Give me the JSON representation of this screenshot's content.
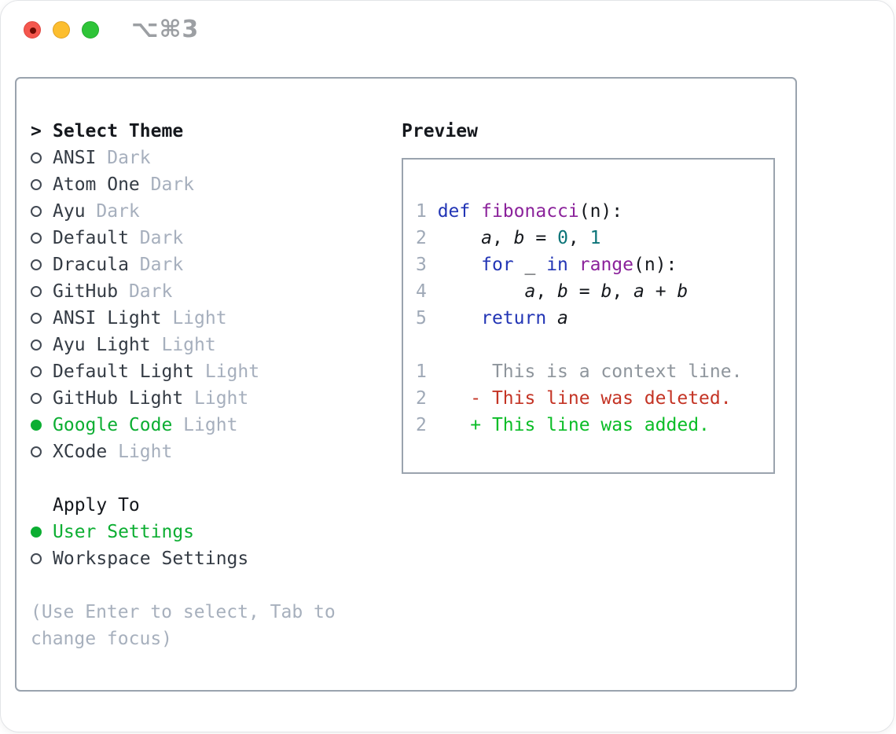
{
  "titlebar": {
    "shortcut": "⌥⌘3",
    "traffic_lights": {
      "close": "#f4574e",
      "minimize": "#fcbe2f",
      "zoom": "#2ec438"
    }
  },
  "left_panel": {
    "title_marker": ">",
    "title": "Select Theme",
    "themes": [
      {
        "name": "ANSI",
        "variant": "Dark",
        "selected": false
      },
      {
        "name": "Atom One",
        "variant": "Dark",
        "selected": false
      },
      {
        "name": "Ayu",
        "variant": "Dark",
        "selected": false
      },
      {
        "name": "Default",
        "variant": "Dark",
        "selected": false
      },
      {
        "name": "Dracula",
        "variant": "Dark",
        "selected": false
      },
      {
        "name": "GitHub",
        "variant": "Dark",
        "selected": false
      },
      {
        "name": "ANSI Light",
        "variant": "Light",
        "selected": false
      },
      {
        "name": "Ayu Light",
        "variant": "Light",
        "selected": false
      },
      {
        "name": "Default Light",
        "variant": "Light",
        "selected": false
      },
      {
        "name": "GitHub Light",
        "variant": "Light",
        "selected": false
      },
      {
        "name": "Google Code",
        "variant": "Light",
        "selected": true
      },
      {
        "name": "XCode",
        "variant": "Light",
        "selected": false
      }
    ],
    "apply_to": {
      "title": "Apply To",
      "options": [
        {
          "label": "User Settings",
          "selected": true
        },
        {
          "label": "Workspace Settings",
          "selected": false
        }
      ]
    },
    "hint": "(Use Enter to select, Tab to change focus)"
  },
  "preview": {
    "title": "Preview",
    "palette": {
      "lineno": "#9fa9b7",
      "plain": "#15181d",
      "kw": "#2235b5",
      "fn": "#8b229b",
      "num": "#0b7478",
      "var": "#15181d",
      "ctx": "#8e959c",
      "del": "#c43425",
      "add": "#0bbd27"
    },
    "lines": [
      [
        {
          "t": "1 ",
          "c": "lineno"
        },
        {
          "t": "def",
          "c": "kw"
        },
        {
          "t": " ",
          "c": "plain"
        },
        {
          "t": "fibonacci",
          "c": "fn"
        },
        {
          "t": "(n):",
          "c": "plain"
        }
      ],
      [
        {
          "t": "2 ",
          "c": "lineno"
        },
        {
          "t": "    ",
          "c": "plain"
        },
        {
          "t": "a",
          "c": "var",
          "i": true
        },
        {
          "t": ", ",
          "c": "plain"
        },
        {
          "t": "b",
          "c": "var",
          "i": true
        },
        {
          "t": " = ",
          "c": "plain"
        },
        {
          "t": "0",
          "c": "num"
        },
        {
          "t": ", ",
          "c": "plain"
        },
        {
          "t": "1",
          "c": "num"
        }
      ],
      [
        {
          "t": "3 ",
          "c": "lineno"
        },
        {
          "t": "    ",
          "c": "plain"
        },
        {
          "t": "for",
          "c": "kw"
        },
        {
          "t": " _ ",
          "c": "plain"
        },
        {
          "t": "in",
          "c": "kw"
        },
        {
          "t": " ",
          "c": "plain"
        },
        {
          "t": "range",
          "c": "fn"
        },
        {
          "t": "(n):",
          "c": "plain"
        }
      ],
      [
        {
          "t": "4 ",
          "c": "lineno"
        },
        {
          "t": "        ",
          "c": "plain"
        },
        {
          "t": "a",
          "c": "var",
          "i": true
        },
        {
          "t": ", ",
          "c": "plain"
        },
        {
          "t": "b",
          "c": "var",
          "i": true
        },
        {
          "t": " = ",
          "c": "plain"
        },
        {
          "t": "b",
          "c": "var",
          "i": true
        },
        {
          "t": ", ",
          "c": "plain"
        },
        {
          "t": "a",
          "c": "var",
          "i": true
        },
        {
          "t": " + ",
          "c": "plain"
        },
        {
          "t": "b",
          "c": "var",
          "i": true
        }
      ],
      [
        {
          "t": "5 ",
          "c": "lineno"
        },
        {
          "t": "    ",
          "c": "plain"
        },
        {
          "t": "return",
          "c": "kw"
        },
        {
          "t": " ",
          "c": "plain"
        },
        {
          "t": "a",
          "c": "var",
          "i": true
        }
      ],
      [],
      [
        {
          "t": "1 ",
          "c": "lineno"
        },
        {
          "t": "     This is a context line.",
          "c": "ctx"
        }
      ],
      [
        {
          "t": "2 ",
          "c": "lineno"
        },
        {
          "t": "   ",
          "c": "plain"
        },
        {
          "t": "- This line was deleted.",
          "c": "del"
        }
      ],
      [
        {
          "t": "2 ",
          "c": "lineno"
        },
        {
          "t": "   ",
          "c": "plain"
        },
        {
          "t": "+ This line was added.",
          "c": "add"
        }
      ]
    ]
  },
  "colors": {
    "selected_green": "#0cae32",
    "box_border": "#9aa3ae",
    "muted_gray": "#a6afbd",
    "text_dark": "#343b44"
  }
}
